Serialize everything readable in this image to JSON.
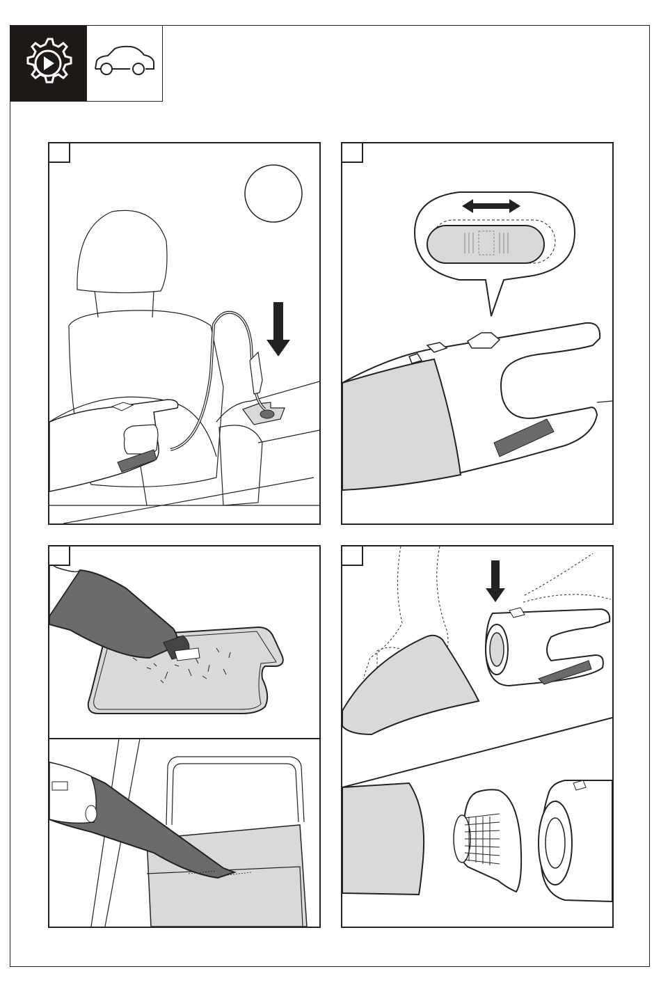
{
  "header": {
    "icons": [
      "gear-play-icon",
      "car-icon"
    ]
  },
  "panels": [
    {
      "id": "panel-1",
      "step": "",
      "illustration": "car-seat-charger-illustration"
    },
    {
      "id": "panel-2",
      "step": "",
      "illustration": "power-switch-slide-illustration"
    },
    {
      "id": "panel-3",
      "step": "",
      "illustration": "vacuum-floor-mat-and-seat-illustration"
    },
    {
      "id": "panel-4",
      "step": "",
      "illustration": "empty-dust-container-illustration"
    }
  ],
  "colors": {
    "ink": "#222222",
    "fill_gray": "#d9d9d9",
    "fill_dark": "#6b6b6b",
    "header_dark": "#1f1a17"
  }
}
